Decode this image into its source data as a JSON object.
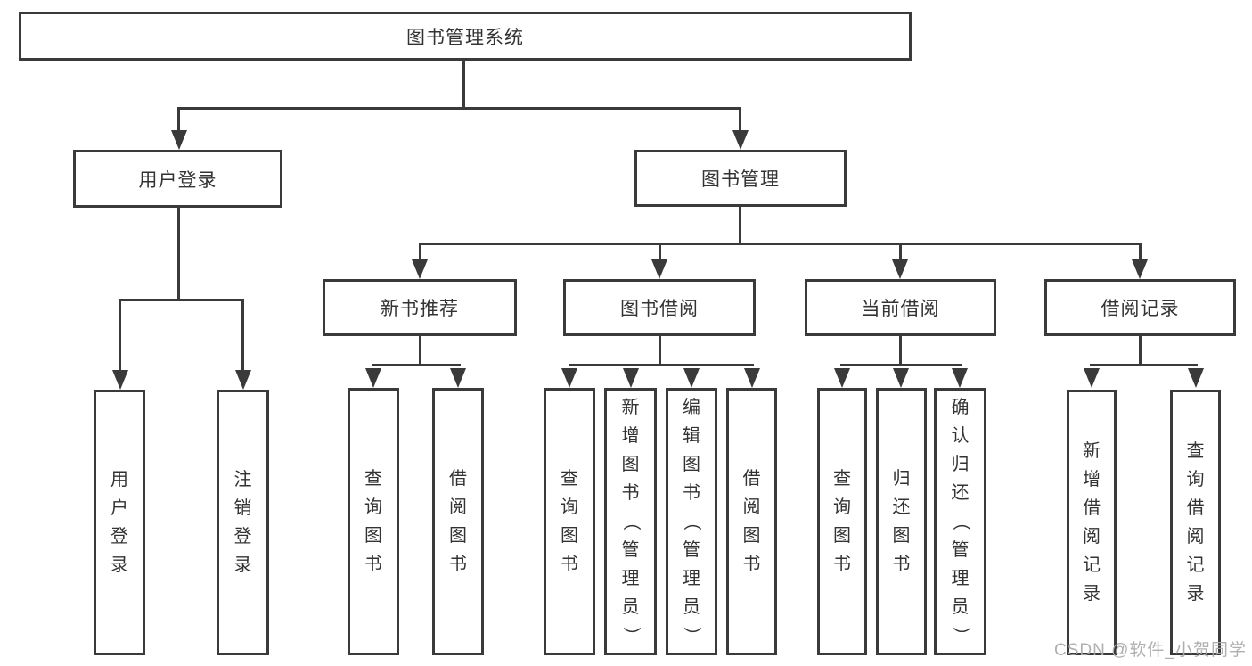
{
  "colors": {
    "background": "#ffffff",
    "line": "#3a3a3a",
    "text": "#333333",
    "watermark": "#a8a8a8"
  },
  "watermark": {
    "text": "CSDN @软件_小贺同学"
  },
  "tree": {
    "root": {
      "label": "图书管理系统"
    },
    "branches": [
      {
        "label": "用户登录",
        "children": [
          {
            "label": "用户登录"
          },
          {
            "label": "注销登录"
          }
        ]
      },
      {
        "label": "图书管理",
        "children": [
          {
            "label": "新书推荐",
            "children": [
              {
                "label": "查询图书"
              },
              {
                "label": "借阅图书"
              }
            ]
          },
          {
            "label": "图书借阅",
            "children": [
              {
                "label": "查询图书"
              },
              {
                "label": "新增图书（管理员）"
              },
              {
                "label": "编辑图书（管理员）"
              },
              {
                "label": "借阅图书"
              }
            ]
          },
          {
            "label": "当前借阅",
            "children": [
              {
                "label": "查询图书"
              },
              {
                "label": "归还图书"
              },
              {
                "label": "确认归还（管理员）"
              }
            ]
          },
          {
            "label": "借阅记录",
            "children": [
              {
                "label": "新增借阅记录"
              },
              {
                "label": "查询借阅记录"
              }
            ]
          }
        ]
      }
    ]
  }
}
